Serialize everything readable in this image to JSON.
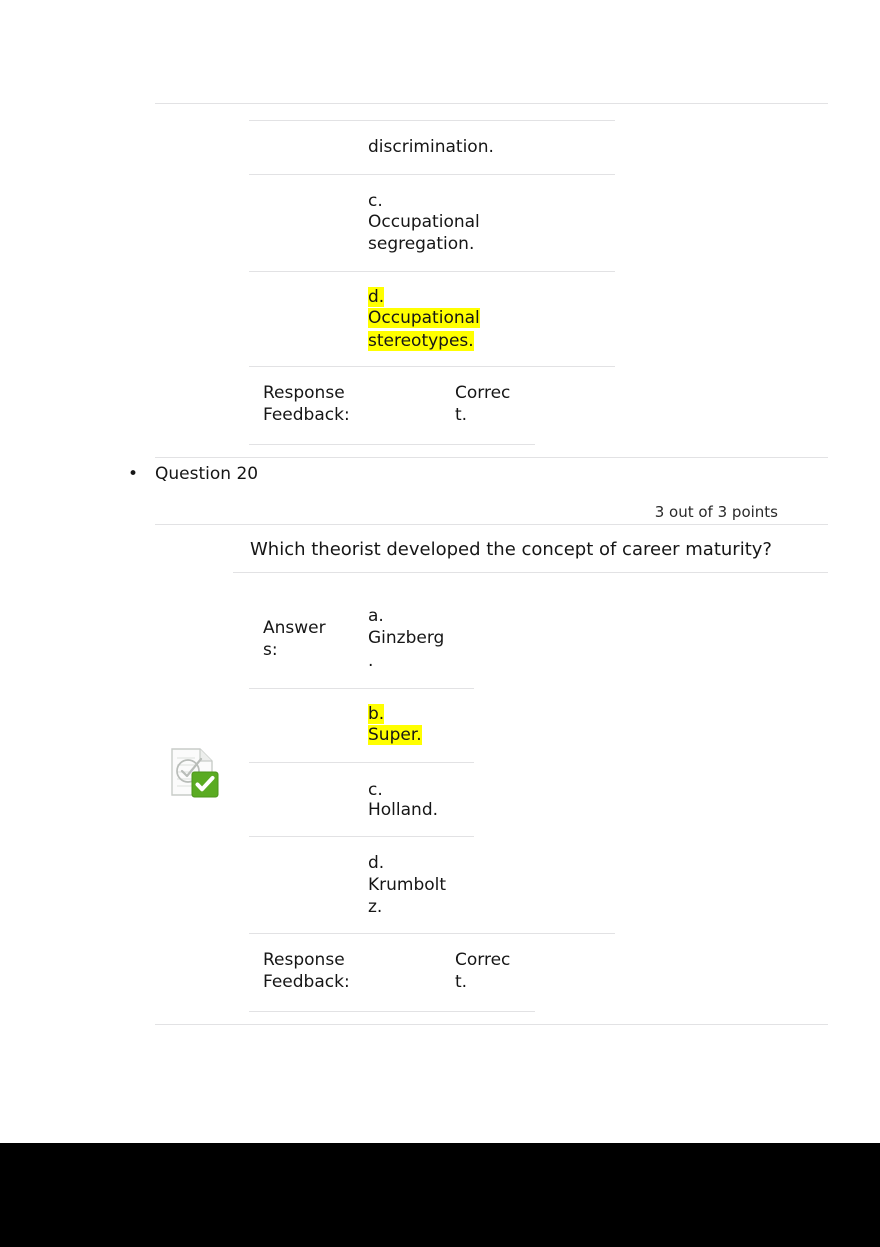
{
  "page": {
    "background_color": "#ffffff",
    "footer_bar_color": "#000000",
    "highlight_color": "#ffff00",
    "divider_color": "#e2e2e4"
  },
  "questions": [
    {
      "id": "q19",
      "partial": true,
      "answers_label": "",
      "options": [
        {
          "letter": "",
          "text": "discrimination.",
          "highlighted": false
        },
        {
          "letter": "c.",
          "text": "Occupational segregation.",
          "highlighted": false
        },
        {
          "letter": "d.",
          "text": "Occupational stereotypes.",
          "highlighted": true
        }
      ],
      "feedback": {
        "label": "Response Feedback:",
        "value": "Correct."
      }
    },
    {
      "id": "q20",
      "title": "Question 20",
      "points": "3 out of 3 points",
      "prompt": "Which theorist developed the concept of career maturity?",
      "answers_label": "Answers:",
      "status_icon": "correct-answer-icon",
      "options": [
        {
          "letter": "a.",
          "text": "Ginzberg.",
          "highlighted": false
        },
        {
          "letter": "b.",
          "text": "Super.",
          "highlighted": true
        },
        {
          "letter": "c.",
          "text": "Holland.",
          "highlighted": false
        },
        {
          "letter": "d.",
          "text": "Krumboltz.",
          "highlighted": false
        }
      ],
      "feedback": {
        "label": "Response Feedback:",
        "value": "Correct."
      }
    }
  ],
  "q19": {
    "opt_a_text": "discrimination.",
    "opt_c_letter": "c.",
    "opt_c_text": "Occupational",
    "opt_c_text2": "segregation.",
    "opt_d_letter": "d.",
    "opt_d_text": "Occupational",
    "opt_d_text2": "stereotypes.",
    "fb_label_1": "Response",
    "fb_label_2": "Feedback:",
    "fb_value_1": "Correc",
    "fb_value_2": "t."
  },
  "q20": {
    "bullet": "•",
    "title": "Question 20",
    "points": "3 out of 3 points",
    "prompt": "Which theorist developed the concept of career maturity?",
    "answers_label_1": "Answer",
    "answers_label_2": "s:",
    "opt_a_letter": "a.",
    "opt_a_text": "Ginzberg",
    "opt_a_text2": ".",
    "opt_b_letter": "b.",
    "opt_b_text": "Super.",
    "opt_c_letter": "c.",
    "opt_c_text": "Holland.",
    "opt_d_letter": "d.",
    "opt_d_text": "Krumbolt",
    "opt_d_text2": "z.",
    "fb_label_1": "Response",
    "fb_label_2": "Feedback:",
    "fb_value_1": "Correc",
    "fb_value_2": "t."
  }
}
